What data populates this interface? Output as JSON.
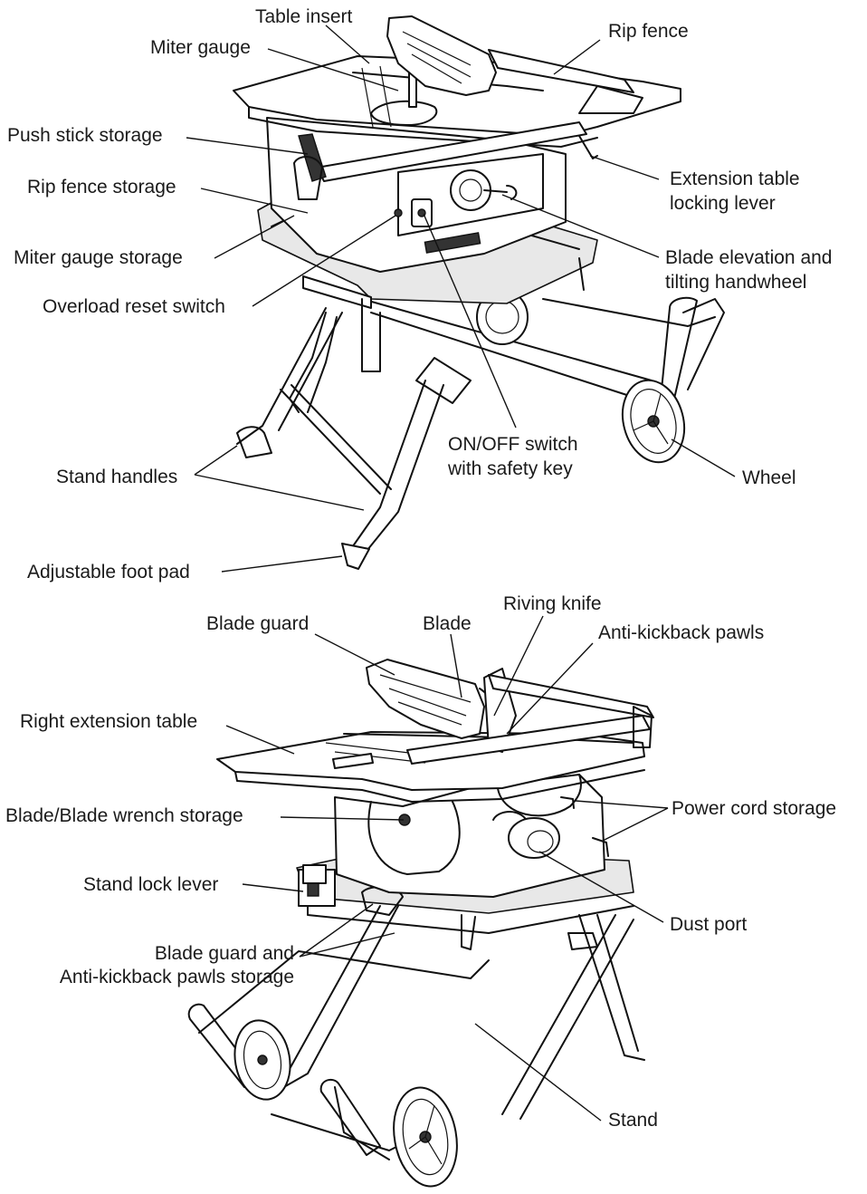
{
  "top_view": {
    "labels": {
      "table_insert": "Table insert",
      "rip_fence": "Rip fence",
      "miter_gauge": "Miter gauge",
      "push_stick_storage": "Push stick storage",
      "extension_table_locking_lever_1": "Extension table",
      "extension_table_locking_lever_2": "locking lever",
      "rip_fence_storage": "Rip fence storage",
      "miter_gauge_storage": "Miter gauge storage",
      "blade_elevation_1": "Blade elevation and",
      "blade_elevation_2": "tilting handwheel",
      "overload_reset_switch": "Overload reset switch",
      "on_off_switch_1": "ON/OFF switch",
      "on_off_switch_2": "with safety key",
      "stand_handles": "Stand handles",
      "wheel": "Wheel",
      "adjustable_foot_pad": "Adjustable foot pad"
    }
  },
  "bottom_view": {
    "labels": {
      "riving_knife": "Riving knife",
      "blade_guard": "Blade guard",
      "blade": "Blade",
      "anti_kickback_pawls": "Anti-kickback pawls",
      "right_extension_table": "Right extension table",
      "blade_wrench_storage": "Blade/Blade wrench storage",
      "power_cord_storage": "Power cord storage",
      "stand_lock_lever": "Stand lock lever",
      "dust_port": "Dust port",
      "blade_guard_storage_1": "Blade guard and",
      "blade_guard_storage_2": "Anti-kickback pawls storage",
      "stand": "Stand"
    }
  }
}
